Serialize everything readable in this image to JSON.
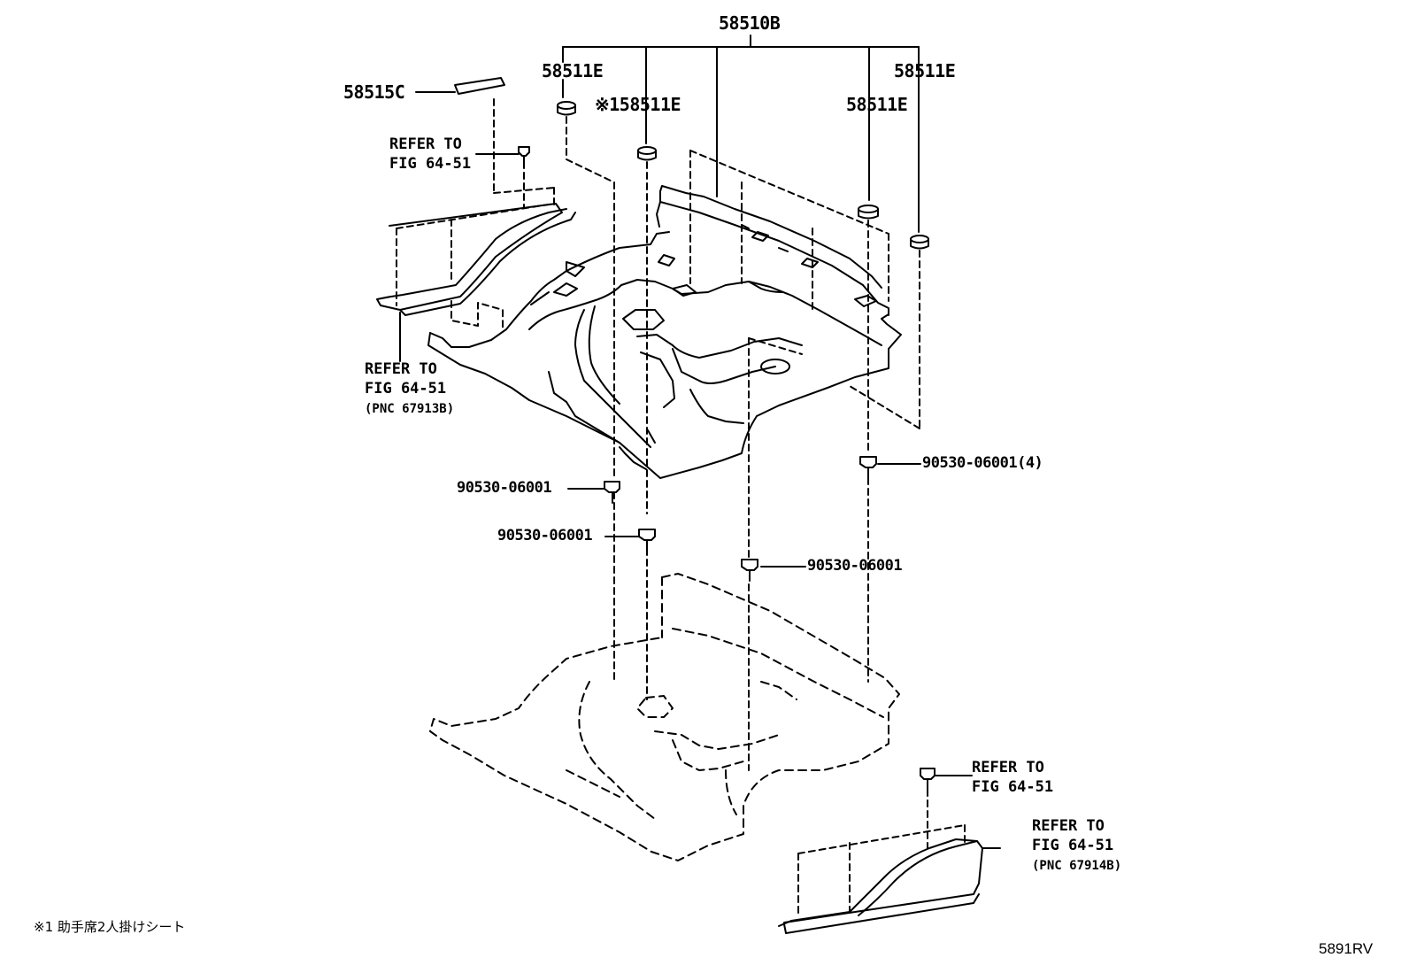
{
  "labels": {
    "p58510B": "58510B",
    "p58515C": "58515C",
    "p58511E_left": "58511E",
    "p58511E_note": "※158511E",
    "p58511E_right1": "58511E",
    "p58511E_right2": "58511E",
    "refer_top_1": "REFER TO",
    "refer_top_2": "FIG 64-51",
    "refer_left_1": "REFER TO",
    "refer_left_2": "FIG 64-51",
    "refer_left_3": "(PNC 67913B)",
    "bolt_left": "90530-06001",
    "bolt_right": "90530-06001(4)",
    "bolt_mid_left": "90530-06001",
    "bolt_mid_right": "90530-06001",
    "refer_br1_1": "REFER TO",
    "refer_br1_2": "FIG 64-51",
    "refer_br2_1": "REFER TO",
    "refer_br2_2": "FIG 64-51",
    "refer_br2_3": "(PNC 67914B)"
  },
  "footnote": "※1 助手席2人掛けシート",
  "figure_code": "5891RV",
  "icons": [
    "bolt-icon",
    "plug-icon",
    "carpet-shape",
    "floor-panel-shape",
    "sill-strip-shape"
  ]
}
